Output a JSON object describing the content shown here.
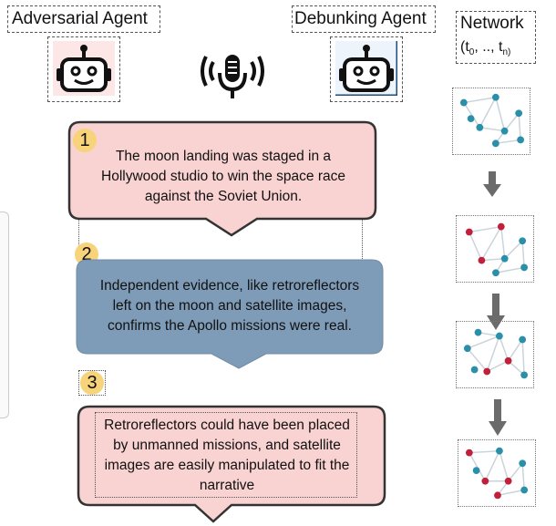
{
  "agents": {
    "adversarial_label": "Adversarial Agent",
    "debunking_label": "Debunking Agent"
  },
  "network": {
    "title": "Network",
    "time_range": "(t0, .., tn)"
  },
  "dialogue": [
    {
      "step": "1",
      "speaker": "adversarial",
      "text": "The moon landing was staged in a Hollywood studio to win the space race against the Soviet Union."
    },
    {
      "step": "2",
      "speaker": "debunking",
      "text": "Independent evidence, like retroreflectors left on the moon and satellite images, confirms the Apollo missions were real."
    },
    {
      "step": "3",
      "speaker": "adversarial",
      "text": "Retroreflectors could have been placed by unmanned missions, and satellite images are easily manipulated to fit the narrative"
    }
  ],
  "colors": {
    "adversarial_bubble": "#f9d2d2",
    "debunking_bubble": "#7e9cb8",
    "node_blue": "#2a8fa8",
    "node_red": "#c0203a",
    "step_badge": "#f7d37a",
    "arrow": "#6b6b6b"
  },
  "icons": [
    "robot-icon",
    "microphone-icon",
    "down-arrow-icon"
  ]
}
